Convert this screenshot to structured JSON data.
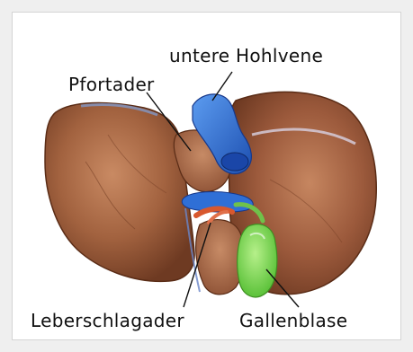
{
  "labels": {
    "vena_cava": "untere Hohlvene",
    "portal_vein": "Pfortader",
    "hepatic_artery": "Leberschlagader",
    "gallbladder": "Gallenblase"
  },
  "colors": {
    "liver": "#9c5a3c",
    "liver_highlight": "#c0805c",
    "vein": "#2f6fd6",
    "artery": "#d8582e",
    "gallbladder": "#7ed957",
    "frame": "#efefef"
  }
}
